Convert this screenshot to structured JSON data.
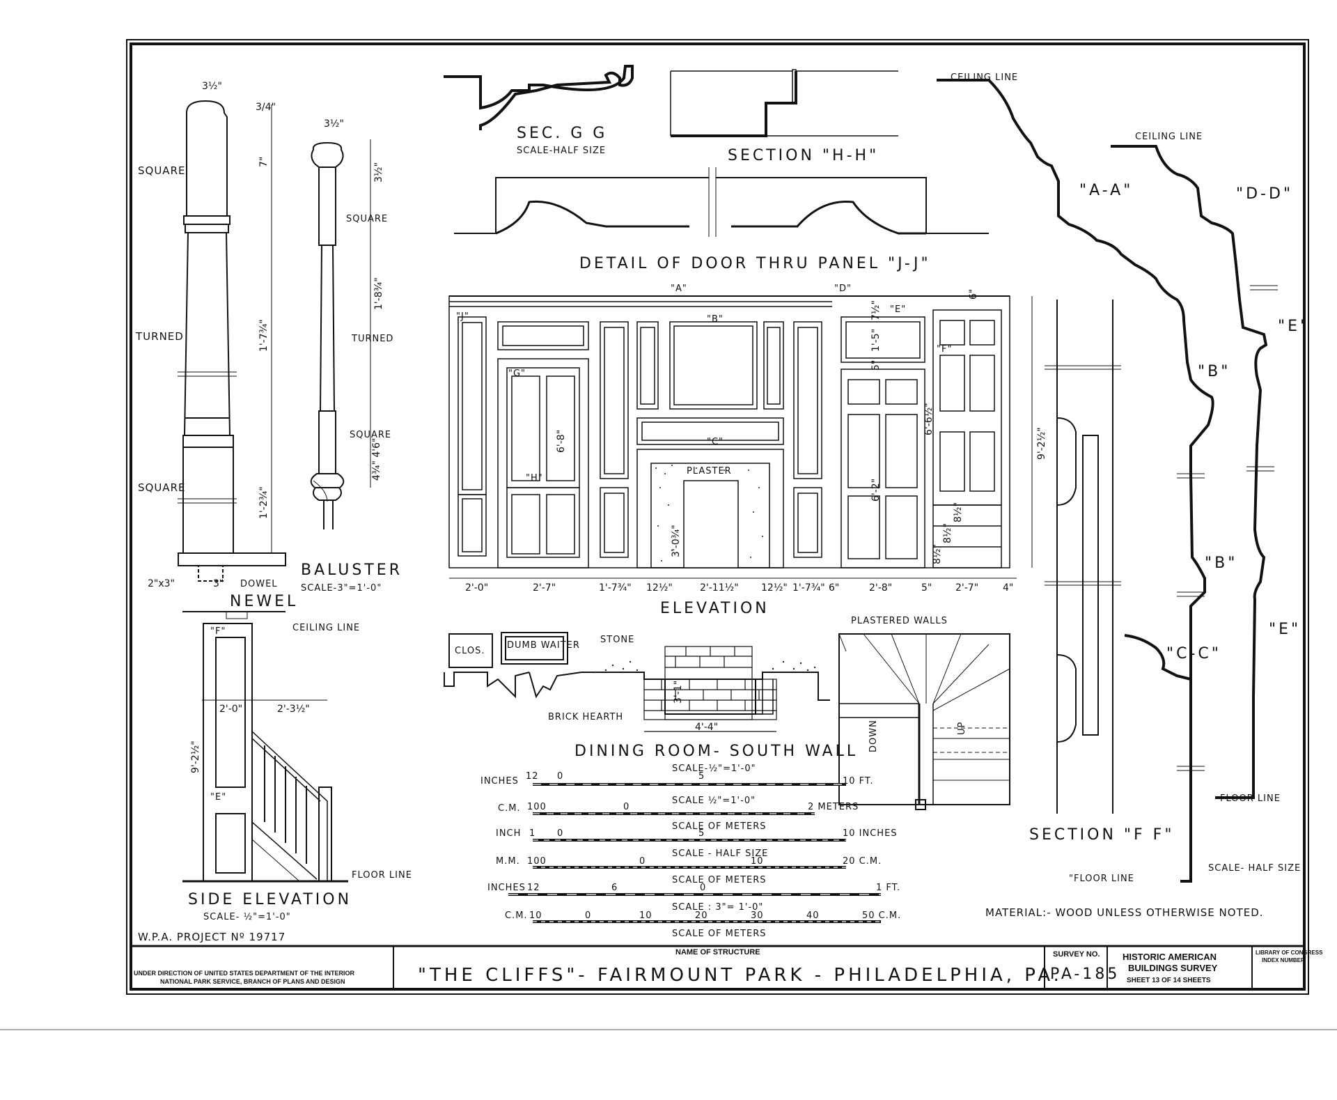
{
  "newel": {
    "title": "NEWEL",
    "labels": {
      "square_top": "SQUARE",
      "turned": "TURNED",
      "square_bottom": "SQUARE",
      "dowel": "DOWEL"
    },
    "dims": {
      "width": "3½\"",
      "cap": "3/4\"",
      "top": "7\"",
      "shaft": "1'-7¾\"",
      "base": "1'-2¾\"",
      "dowel_w": "3\"",
      "post": "2\"x3\""
    }
  },
  "baluster": {
    "title": "BALUSTER",
    "scale": "SCALE-3\"=1'-0\"",
    "labels": {
      "square_top": "SQUARE",
      "turned": "TURNED",
      "square_bottom": "SQUARE"
    },
    "dims": {
      "width": "3½\"",
      "cap": "3½\"",
      "shaft": "1'-8¾\"",
      "lower": "4¾\" 4'6\""
    }
  },
  "side_elevation": {
    "title": "SIDE ELEVATION",
    "scale": "SCALE- ½\"=1'-0\"",
    "labels": {
      "ceiling": "CEILING LINE",
      "floor": "FLOOR LINE",
      "f": "\"F\"",
      "e": "\"E\""
    },
    "dims": {
      "width": "2'-0\"",
      "run": "2'-3½\"",
      "height": "9'-2½\""
    }
  },
  "sec_gg": {
    "title": "SEC. G G",
    "scale": "SCALE-HALF SIZE"
  },
  "sec_hh": {
    "title": "SECTION \"H-H\""
  },
  "door_detail": {
    "title": "DETAIL OF DOOR THRU PANEL \"J-J\""
  },
  "elevation": {
    "title": "ELEVATION",
    "plaster": "PLASTER",
    "height": "9'-2½\"",
    "opening": "3'-0¾\"",
    "door_h": "6'-8\"",
    "tags": [
      "\"A\"",
      "\"B\"",
      "\"C\"",
      "\"D\"",
      "\"E\"",
      "\"F\"",
      "\"G\"",
      "\"H\"",
      "\"J\""
    ],
    "right_dims": [
      "6\"",
      "7½\"",
      "1'-5\"",
      "5\"",
      "6'-6½\"",
      "6'-2\"",
      "8½\"",
      "8½\"",
      "8½\""
    ],
    "bottom_dims": [
      "2'-0\"",
      "2'-7\"",
      "1'-7¾\"",
      "12½\"",
      "2'-11½\"",
      "12½\"",
      "1'-7¾\"",
      "6\"",
      "2'-8\"",
      "5\"",
      "2'-7\"",
      "4\""
    ]
  },
  "plan": {
    "title": "DINING ROOM- SOUTH WALL",
    "scale": "SCALE-½\"=1'-0\"",
    "closet": "CLOS.",
    "dumb_waiter": "DUMB WAITER",
    "stone": "STONE",
    "hearth": "BRICK HEARTH",
    "hearth_w": "4'-4\"",
    "hearth_d": "3'-1\"",
    "walls": "PLASTERED WALLS",
    "down": "DOWN",
    "up": "UP"
  },
  "scales": [
    {
      "unit": "INCHES",
      "ticks": [
        "12",
        "0",
        "5",
        "10 FT."
      ],
      "caption": "SCALE ½\"=1'-0\""
    },
    {
      "unit": "C.M.",
      "ticks": [
        "100",
        "0",
        "2 METERS"
      ],
      "caption": "SCALE OF METERS"
    },
    {
      "unit": "INCH",
      "ticks": [
        "1",
        "0",
        "5",
        "10 INCHES"
      ],
      "caption": "SCALE - HALF SIZE"
    },
    {
      "unit": "M.M.",
      "ticks": [
        "100",
        "0",
        "10",
        "20 C.M."
      ],
      "caption": "SCALE OF METERS"
    },
    {
      "unit": "INCHES",
      "ticks": [
        "12",
        "6",
        "0",
        "1 FT."
      ],
      "caption": "SCALE : 3\"= 1'-0\""
    },
    {
      "unit": "C.M.",
      "ticks": [
        "10",
        "0",
        "10",
        "20",
        "30",
        "40",
        "50 C.M."
      ],
      "caption": "SCALE OF METERS"
    }
  ],
  "moldings": {
    "aa": "\"A-A\"",
    "dd": "\"D-D\"",
    "b1": "\"B\"",
    "b2": "\"B\"",
    "cc": "\"C-C\"",
    "e1": "\"E\"",
    "e2": "\"E\"",
    "ceiling1": "CEILING LINE",
    "ceiling2": "CEILING LINE",
    "floor1": "FLOOR LINE",
    "floor2": "\"FLOOR LINE",
    "scale": "SCALE- HALF SIZE",
    "sec_ff": "SECTION \"F F\""
  },
  "material_note": "MATERIAL:- WOOD UNLESS OTHERWISE NOTED.",
  "project_no": "W.P.A. PROJECT Nº 19717",
  "title_block": {
    "agency": "UNDER DIRECTION OF UNITED STATES DEPARTMENT OF THE INTERIOR",
    "agency2": "NATIONAL PARK SERVICE, BRANCH OF PLANS AND DESIGN",
    "name_label": "NAME OF STRUCTURE",
    "structure": "\"THE CLIFFS\"- FAIRMOUNT PARK - PHILADELPHIA, PA.",
    "survey_label": "SURVEY NO.",
    "survey_no": "PA-185",
    "habs1": "HISTORIC AMERICAN",
    "habs2": "BUILDINGS SURVEY",
    "sheet": "SHEET 13 OF 14 SHEETS",
    "loc1": "LIBRARY OF CONGRESS",
    "loc2": "INDEX NUMBER"
  }
}
